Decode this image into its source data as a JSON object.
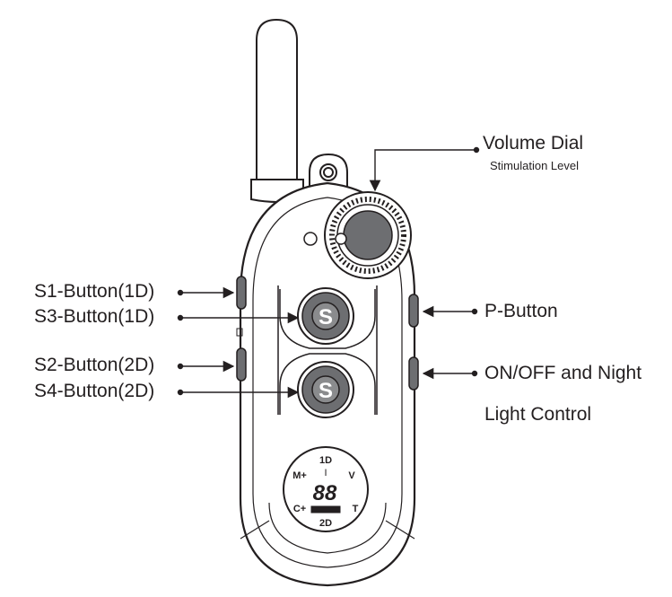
{
  "labels": {
    "volume_dial": "Volume Dial",
    "stimulation_level": "Stimulation Level",
    "s1_button": "S1-Button(1D)",
    "s3_button": "S3-Button(1D)",
    "s2_button": "S2-Button(2D)",
    "s4_button": "S4-Button(2D)",
    "p_button": "P-Button",
    "onoff_line1": "ON/OFF and Night",
    "onoff_line2": "Light Control"
  },
  "buttons": {
    "s_letter_top": "S",
    "s_letter_bottom": "S"
  },
  "display": {
    "mode_1d": "1D",
    "mode_2d": "2D",
    "m_plus": "M+",
    "v": "V",
    "c_plus": "C+",
    "t": "T",
    "digits": "88",
    "cursor": "I"
  },
  "colors": {
    "outline": "#231f20",
    "button_fill": "#6d6e71",
    "button_dark": "#4d4d4f"
  }
}
